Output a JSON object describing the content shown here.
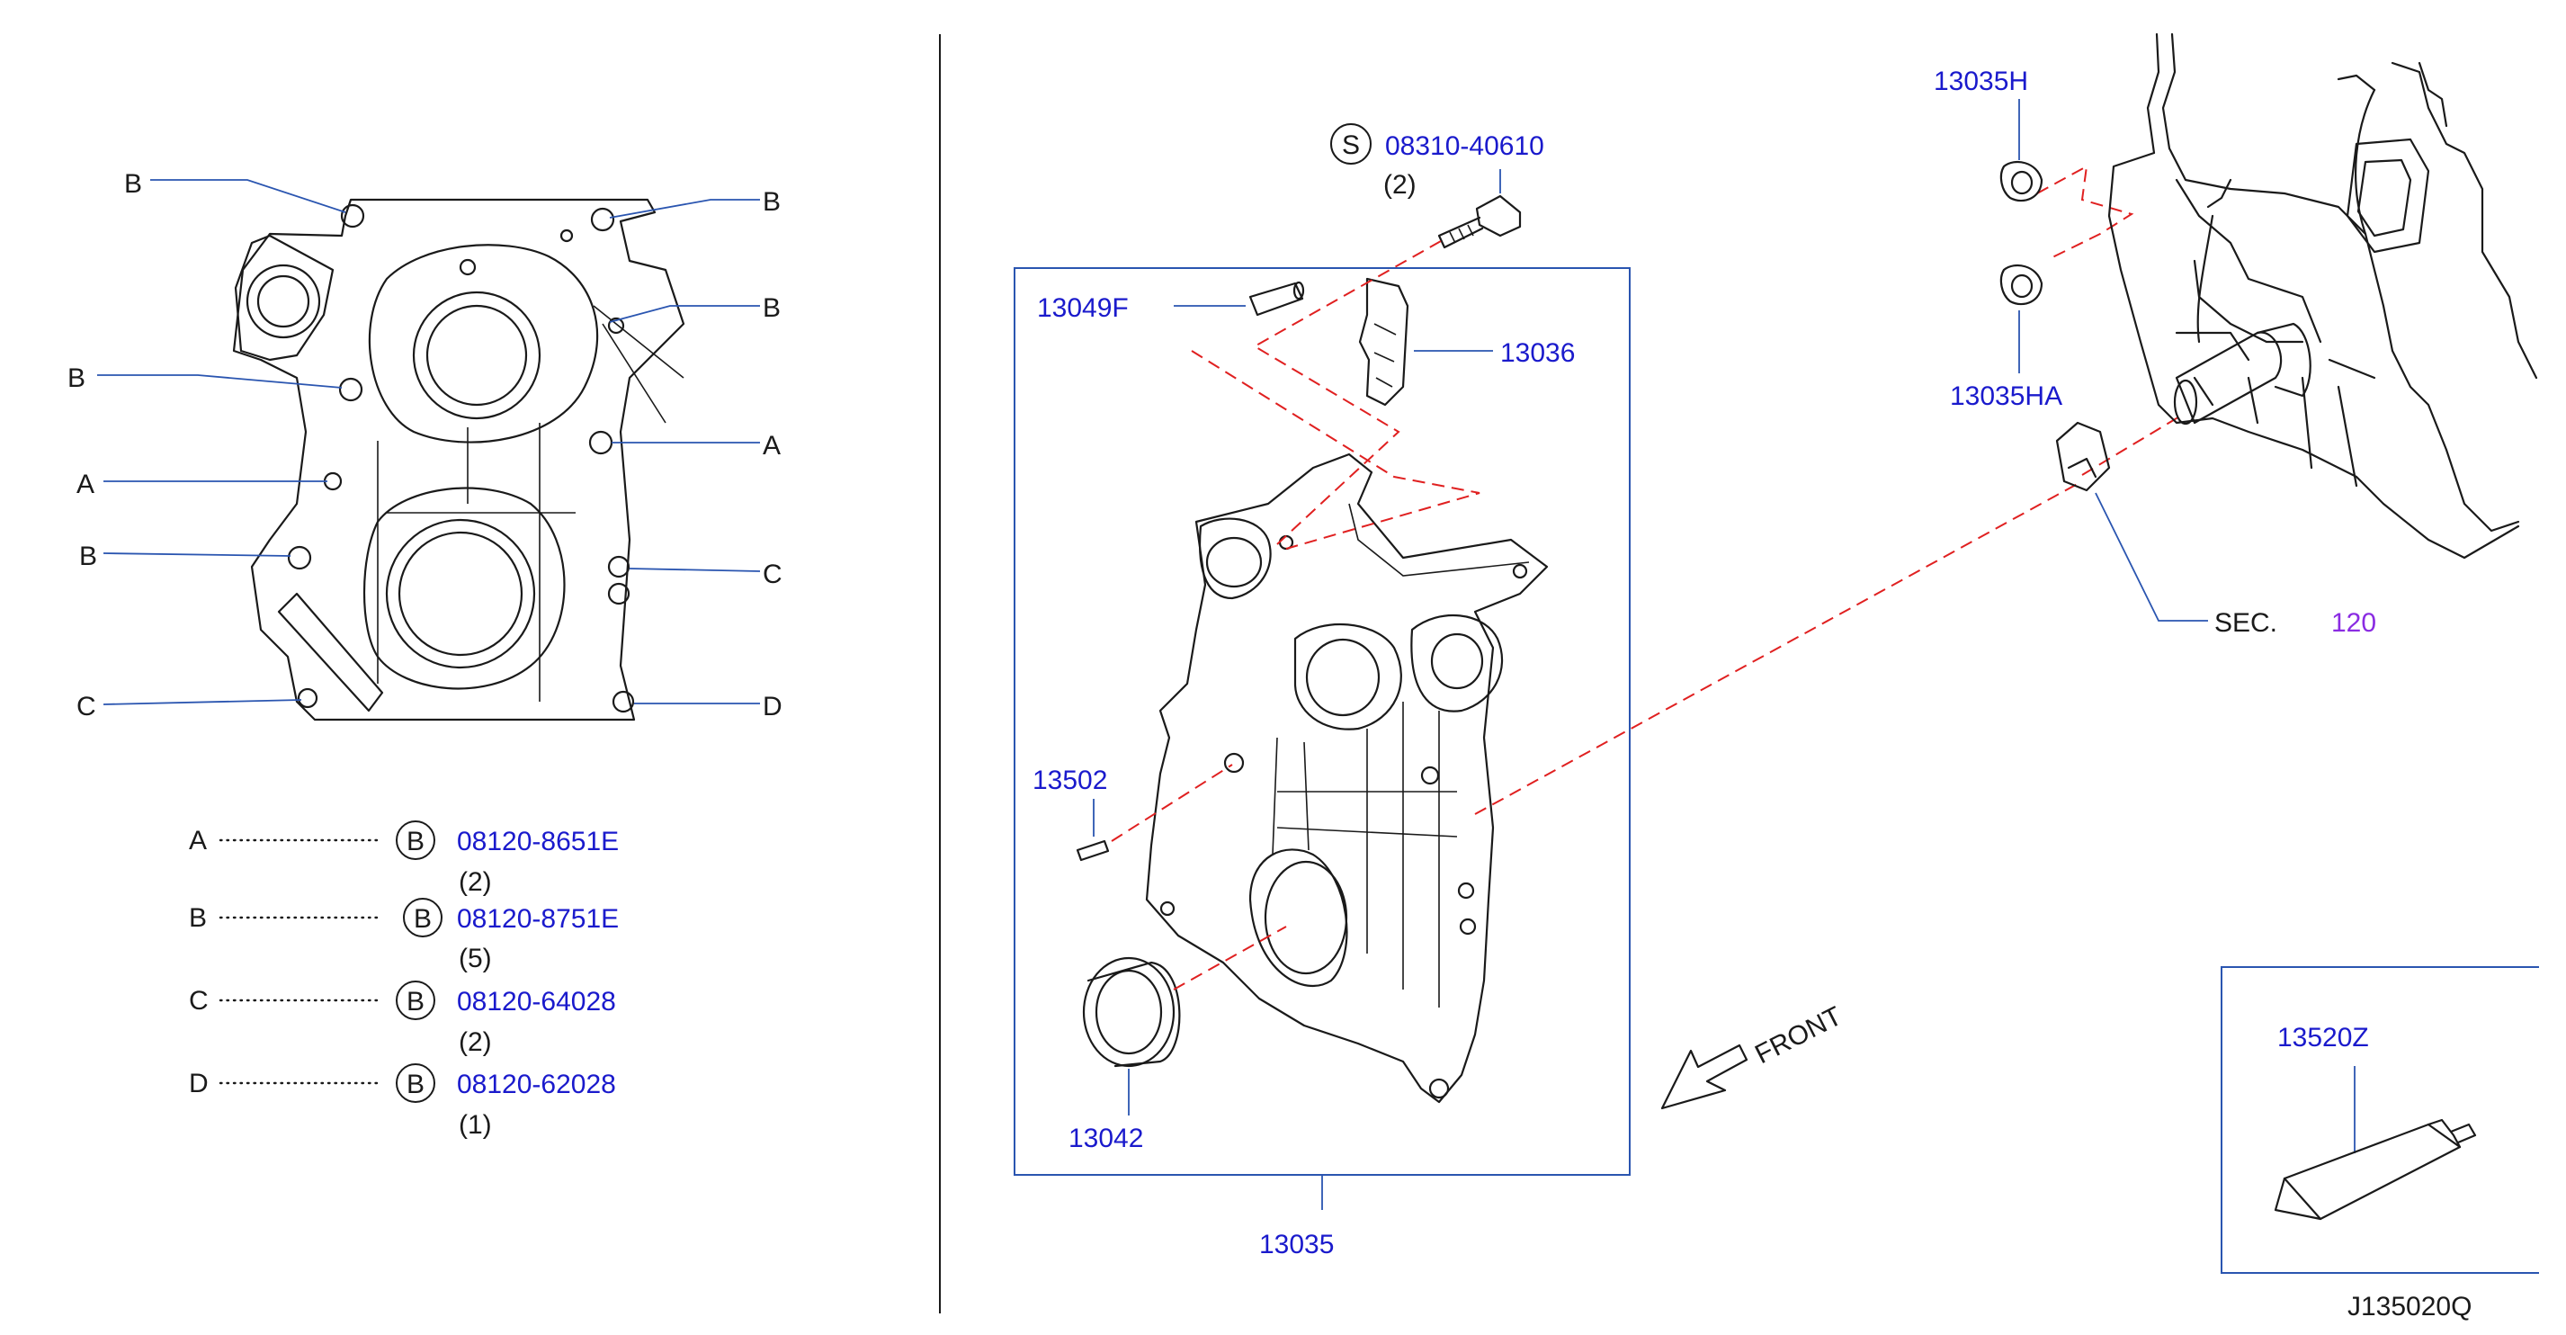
{
  "diagram_id": "J135020Q",
  "overview_labels": [
    "B",
    "B",
    "B",
    "B",
    "A",
    "A",
    "B",
    "C",
    "C",
    "D"
  ],
  "legend": [
    {
      "letter": "A",
      "symbol": "B",
      "part": "08120-8651E",
      "qty": "(2)"
    },
    {
      "letter": "B",
      "symbol": "B",
      "part": "08120-8751E",
      "qty": "(5)"
    },
    {
      "letter": "C",
      "symbol": "B",
      "part": "08120-64028",
      "qty": "(2)"
    },
    {
      "letter": "D",
      "symbol": "B",
      "part": "08120-62028",
      "qty": "(1)"
    }
  ],
  "parts": {
    "bolt_symbol": "S",
    "bolt": "08310-40610",
    "bolt_qty": "(2)",
    "p13049f": "13049F",
    "p13036": "13036",
    "p13502": "13502",
    "p13042": "13042",
    "p13035": "13035",
    "p13035h": "13035H",
    "p13035ha": "13035HA",
    "sec": "SEC.",
    "sec_num": "120",
    "p13520z": "13520Z",
    "front": "FRONT"
  },
  "colors": {
    "part_text": "#1a1acc",
    "section_text": "#8a2be2",
    "leader": "#2a55b0",
    "dashed": "#e02020",
    "line": "#1a1a1a"
  }
}
